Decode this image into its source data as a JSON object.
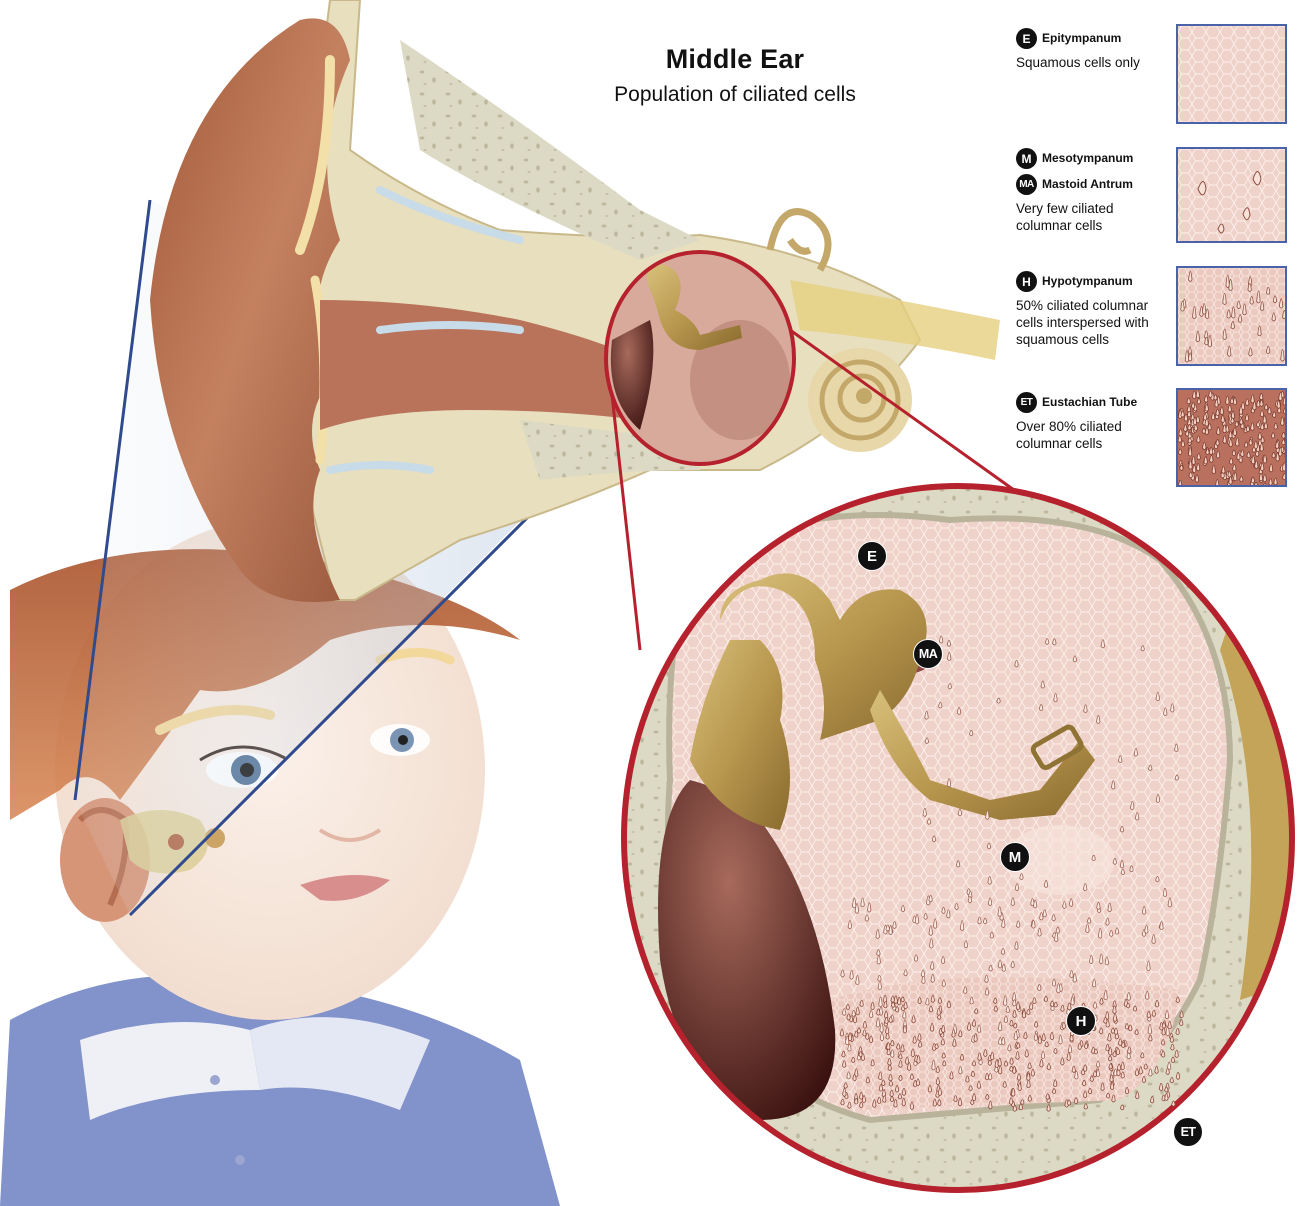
{
  "title": "Middle Ear",
  "subtitle": "Population of ciliated cells",
  "legend": [
    {
      "abbr": "E",
      "region": "Epitympanum",
      "description": "Squamous cells only",
      "cilia_density": "none"
    },
    {
      "abbr": "M",
      "region": "Mesotympanum",
      "abbr2": "MA",
      "region2": "Mastoid Antrum",
      "description": "Very few ciliated\ncolumnar cells",
      "cilia_density": "very few"
    },
    {
      "abbr": "H",
      "region": "Hypotympanum",
      "description": "50% ciliated columnar\ncells interspersed with\nsquamous cells",
      "cilia_density": "50%"
    },
    {
      "abbr": "ET",
      "region": "Eustachian Tube",
      "description": "Over 80% ciliated\ncolumnar cells",
      "cilia_density": "over 80%"
    }
  ],
  "map_markers": {
    "E": "E",
    "MA": "MA",
    "M": "M",
    "H": "H",
    "ET": "ET"
  },
  "colors": {
    "frame_red": "#b5212c",
    "bone_beige": "#d9d6bf",
    "ossicle_gold": "#b99a52",
    "skin": "#f3e3d8",
    "ear_brown": "#b36e4d",
    "mucosa_pink": "#eac7bd",
    "shirt_blue": "#6c7fc2",
    "swatch_border": "#4a63a8"
  }
}
